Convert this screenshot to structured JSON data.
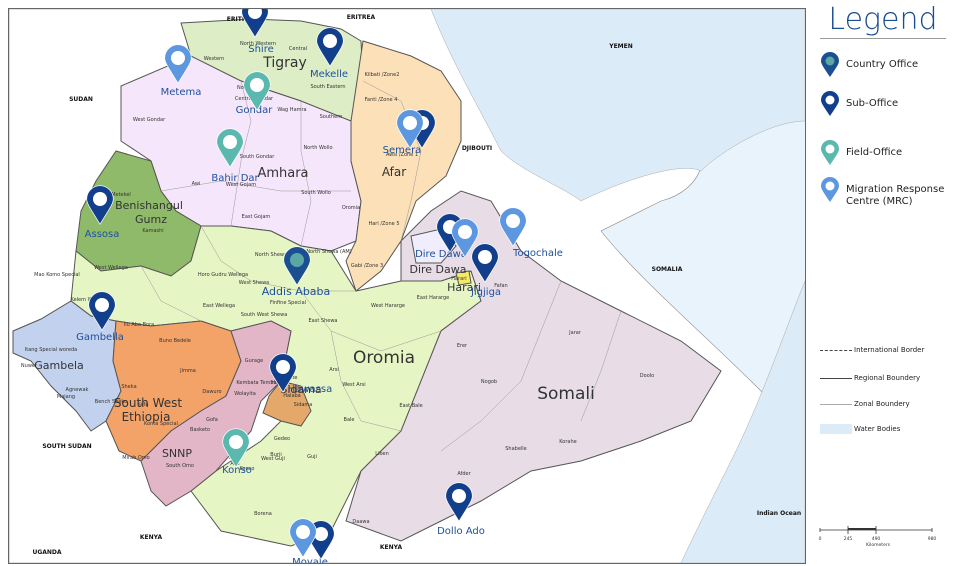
{
  "legend": {
    "title": "Legend",
    "items": [
      {
        "label": "Country Office",
        "color": "#1b4f92",
        "dot": "#5aa7a4"
      },
      {
        "label": "Sub-Office",
        "color": "#123f8c",
        "dot": "#ffffff"
      },
      {
        "label": "Field-Office",
        "color": "#5bb8ae",
        "dot": "#ffffff"
      },
      {
        "label": "Migration Response Centre (MRC)",
        "color": "#5c97e0",
        "dot": "#ffffff"
      }
    ],
    "lines": [
      {
        "label": "International Border",
        "style": "dashed"
      },
      {
        "label": "Regional Boundery",
        "style": "solid"
      },
      {
        "label": "Zonal Boundery",
        "style": "thin"
      },
      {
        "label": "Water Bodies",
        "style": "fill"
      }
    ],
    "scale": {
      "ticks": [
        "0",
        "245",
        "490",
        "980"
      ],
      "unit": "Kilometers"
    }
  },
  "countries": [
    "ERITREA",
    "ERITREA",
    "YEMEN",
    "SUDAN",
    "DJIBOUTI",
    "SOMALIA",
    "SOUTH SUDAN",
    "KENYA",
    "KENYA",
    "UGANDA",
    "Indian Ocean"
  ],
  "regions": [
    "Tigray",
    "Amhara",
    "Afar",
    "Benishangul Gumz",
    "Oromia",
    "Somali",
    "Gambela",
    "South West Ethiopia",
    "SNNP",
    "Sidama",
    "Dire Dawa",
    "Harari"
  ],
  "zones": [
    "North Western",
    "Central",
    "Eastern",
    "Western",
    "South Eastern",
    "Southern",
    "North Gondar",
    "Central Gondar",
    "West Gondar",
    "Wag Hamra",
    "Kilbati /Zone2",
    "Fanti /Zone 4",
    "Awsi /Zone 1",
    "North Wollo",
    "South Gondar",
    "West Gojam",
    "Awi",
    "South Wollo",
    "East Gojam",
    "Oromia",
    "Hari /Zone 5",
    "Metekel",
    "Kamashi",
    "North Shewa (AM)",
    "Gabi /Zone 3",
    "Horo Gudru Wellega",
    "East Wellega",
    "West Wellega",
    "Mao Komo Special",
    "West Shewa",
    "North Shewa",
    "Finfine Special",
    "East Shewa",
    "South West Shewa",
    "West Hararge",
    "East Hararge",
    "Harari",
    "Fafan",
    "Jarar",
    "Kelem Wellega",
    "Ilu Aba Bora",
    "Buno Bedele",
    "Jimma",
    "Itang Special woreda",
    "Nuwer",
    "Agnewak",
    "Majang",
    "Sheka",
    "Bench Sheko",
    "Kefa",
    "Konta Special",
    "Dawuro",
    "Gurage",
    "Hadiya",
    "Silte",
    "Kembata Tembaro",
    "Halaba",
    "Wolayita",
    "Gofa",
    "Basketo",
    "Mirab Omo",
    "South Omo",
    "Dera",
    "Alle",
    "Konso",
    "Burji",
    "Gedeo",
    "Sidama",
    "West Guji",
    "Guji",
    "Borena",
    "Arsi",
    "West Arsi",
    "Bale",
    "East Bale",
    "Erer",
    "Nogob",
    "Korahe",
    "Shabelle",
    "Doolo",
    "Liben",
    "Afder",
    "Daawa"
  ],
  "offices": {
    "country": "Addis Ababa",
    "sub": [
      "Shire",
      "Mekelle",
      "Semera",
      "Assosa",
      "Dire Dawa",
      "Jigjiga",
      "Gambella",
      "Hawassa",
      "Dollo Ado",
      "Moyale"
    ],
    "field": [
      "Gondar",
      "Bahir Dar",
      "Konso"
    ],
    "mrc": [
      "Metema",
      "Semera",
      "Dire Dawa",
      "Togochale",
      "Moyale"
    ]
  }
}
